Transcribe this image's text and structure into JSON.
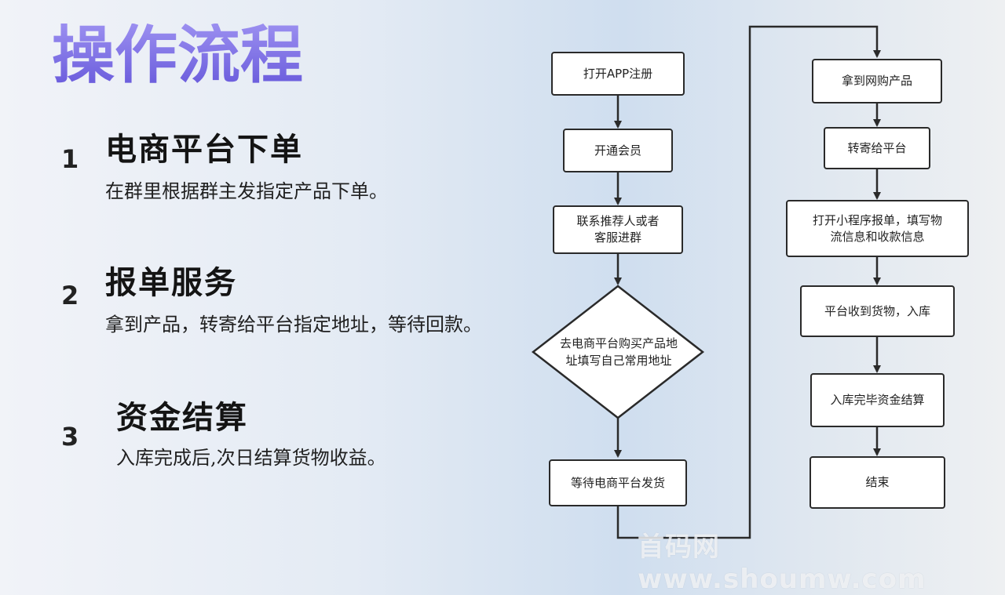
{
  "title": "操作流程",
  "steps": [
    {
      "number": "1",
      "heading": "电商平台下单",
      "desc": "在群里根据群主发指定产品下单。"
    },
    {
      "number": "2",
      "heading": "报单服务",
      "desc": "拿到产品，转寄给平台指定地址，等待回款。"
    },
    {
      "number": "3",
      "heading": "资金结算",
      "desc": "入库完成后,次日结算货物收益。"
    }
  ],
  "flowchart": {
    "left": [
      {
        "text": "打开APP注册"
      },
      {
        "text": "开通会员"
      },
      {
        "line1": "联系推荐人或者",
        "line2": "客服进群"
      },
      {
        "line1": "去电商平台购买产品地",
        "line2": "址填写自己常用地址"
      },
      {
        "text": "等待电商平台发货"
      }
    ],
    "right": [
      {
        "text": "拿到网购产品"
      },
      {
        "text": "转寄给平台"
      },
      {
        "line1": "打开小程序报单，填写物",
        "line2": "流信息和收款信息"
      },
      {
        "text": "平台收到货物，入库"
      },
      {
        "text": "入库完毕资金结算"
      },
      {
        "text": "结束"
      }
    ]
  },
  "watermark": "首码网www.shoumw.com"
}
